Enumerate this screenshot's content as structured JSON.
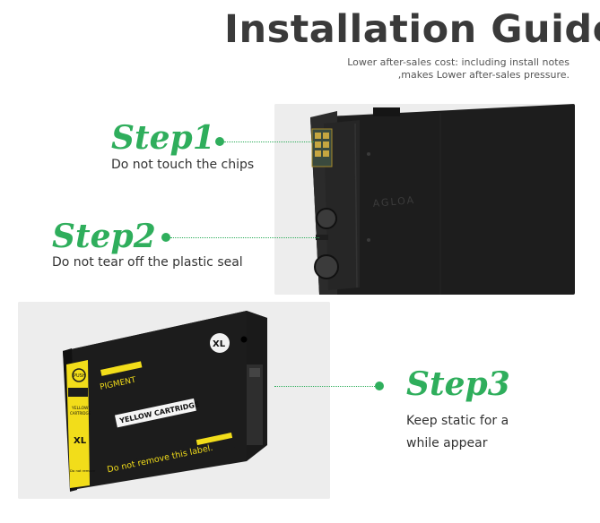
{
  "header": {
    "title": "Installation Guide",
    "subtitle_line1": "Lower after-sales cost: including install notes",
    "subtitle_line2": ",makes Lower after-sales pressure."
  },
  "steps": [
    {
      "label": "Step1",
      "desc": "Do not touch the chips"
    },
    {
      "label": "Step2",
      "desc": "Do not tear off the plastic seal"
    },
    {
      "label": "Step3",
      "desc_line1": "Keep static for a",
      "desc_line2": "while  appear"
    }
  ],
  "cartridge": {
    "side_text": "AGLOA",
    "badge": "XL",
    "push": "PUSH",
    "pigment": "PIGMENT",
    "yellow_label": "YELLOW\nCARTRIDGE",
    "yellow_short": "YELLOW",
    "cartridge_short": "CARTRIDGE",
    "xl_small": "XL",
    "do_not_short": "Do not remove",
    "label_text": "YELLOW CARTRIDGE",
    "warning": "Do not remove this label."
  },
  "colors": {
    "accent": "#2fae5c",
    "ink_yellow": "#f2dd1a"
  }
}
